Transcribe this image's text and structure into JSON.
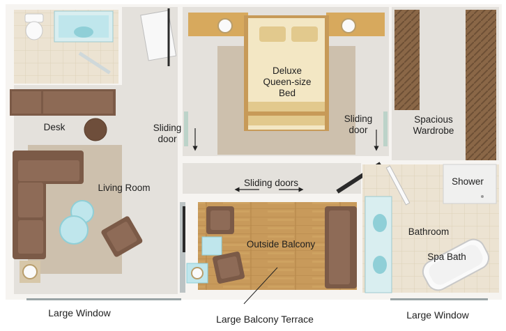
{
  "labels": {
    "bed": [
      "Deluxe",
      "Queen-size",
      "Bed"
    ],
    "sliding_door_left": [
      "Sliding",
      "door"
    ],
    "sliding_door_right": [
      "Sliding",
      "door"
    ],
    "wardrobe": [
      "Spacious",
      "Wardrobe"
    ],
    "desk": "Desk",
    "living_room": "Living Room",
    "sliding_doors": "Sliding doors",
    "shower": "Shower",
    "outside_balcony": "Outside Balcony",
    "bathroom": "Bathroom",
    "spa_bath": "Spa Bath",
    "large_window_left": "Large Window",
    "large_balcony_terrace": "Large Balcony Terrace",
    "large_window_right": "Large Window"
  },
  "colors": {
    "floor": "#e4e1dc",
    "wall": "#f6f4f1",
    "tile": "#ece3d2",
    "rug": "#cdc0ad",
    "wood": "#c79a58",
    "sofa": "#7b5a47",
    "wardrobe": "#8a6747",
    "glass": "#bfe6ec",
    "bed_linen": "#f3e7c4"
  }
}
